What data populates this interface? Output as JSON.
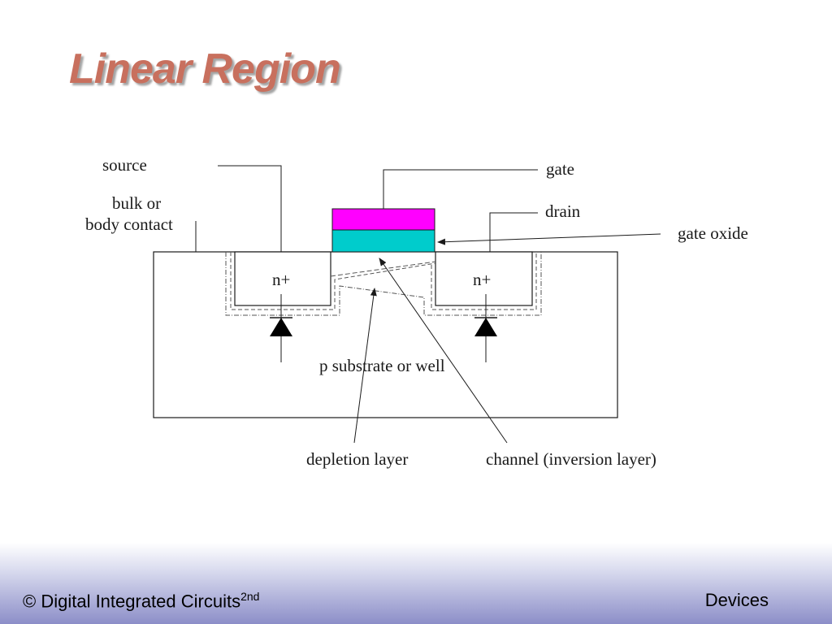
{
  "slide": {
    "title": "Linear Region"
  },
  "diagram": {
    "labels": {
      "source": "source",
      "bulk_line1": "bulk or",
      "bulk_line2": "body contact",
      "gate": "gate",
      "drain": "drain",
      "gate_oxide": "gate oxide",
      "n_plus_left": "n+",
      "n_plus_right": "n+",
      "substrate": "p substrate or well",
      "depletion_layer": "depletion layer",
      "channel": "channel (inversion layer)"
    },
    "colors": {
      "gate_metal": "#ff00ff",
      "gate_oxide": "#00cccc",
      "title": "#c8705e",
      "footer_gradient_end": "#8c8ec8"
    }
  },
  "footer": {
    "left_text": "© Digital Integrated Circuits",
    "left_superscript": "2nd",
    "right_text": "Devices"
  }
}
